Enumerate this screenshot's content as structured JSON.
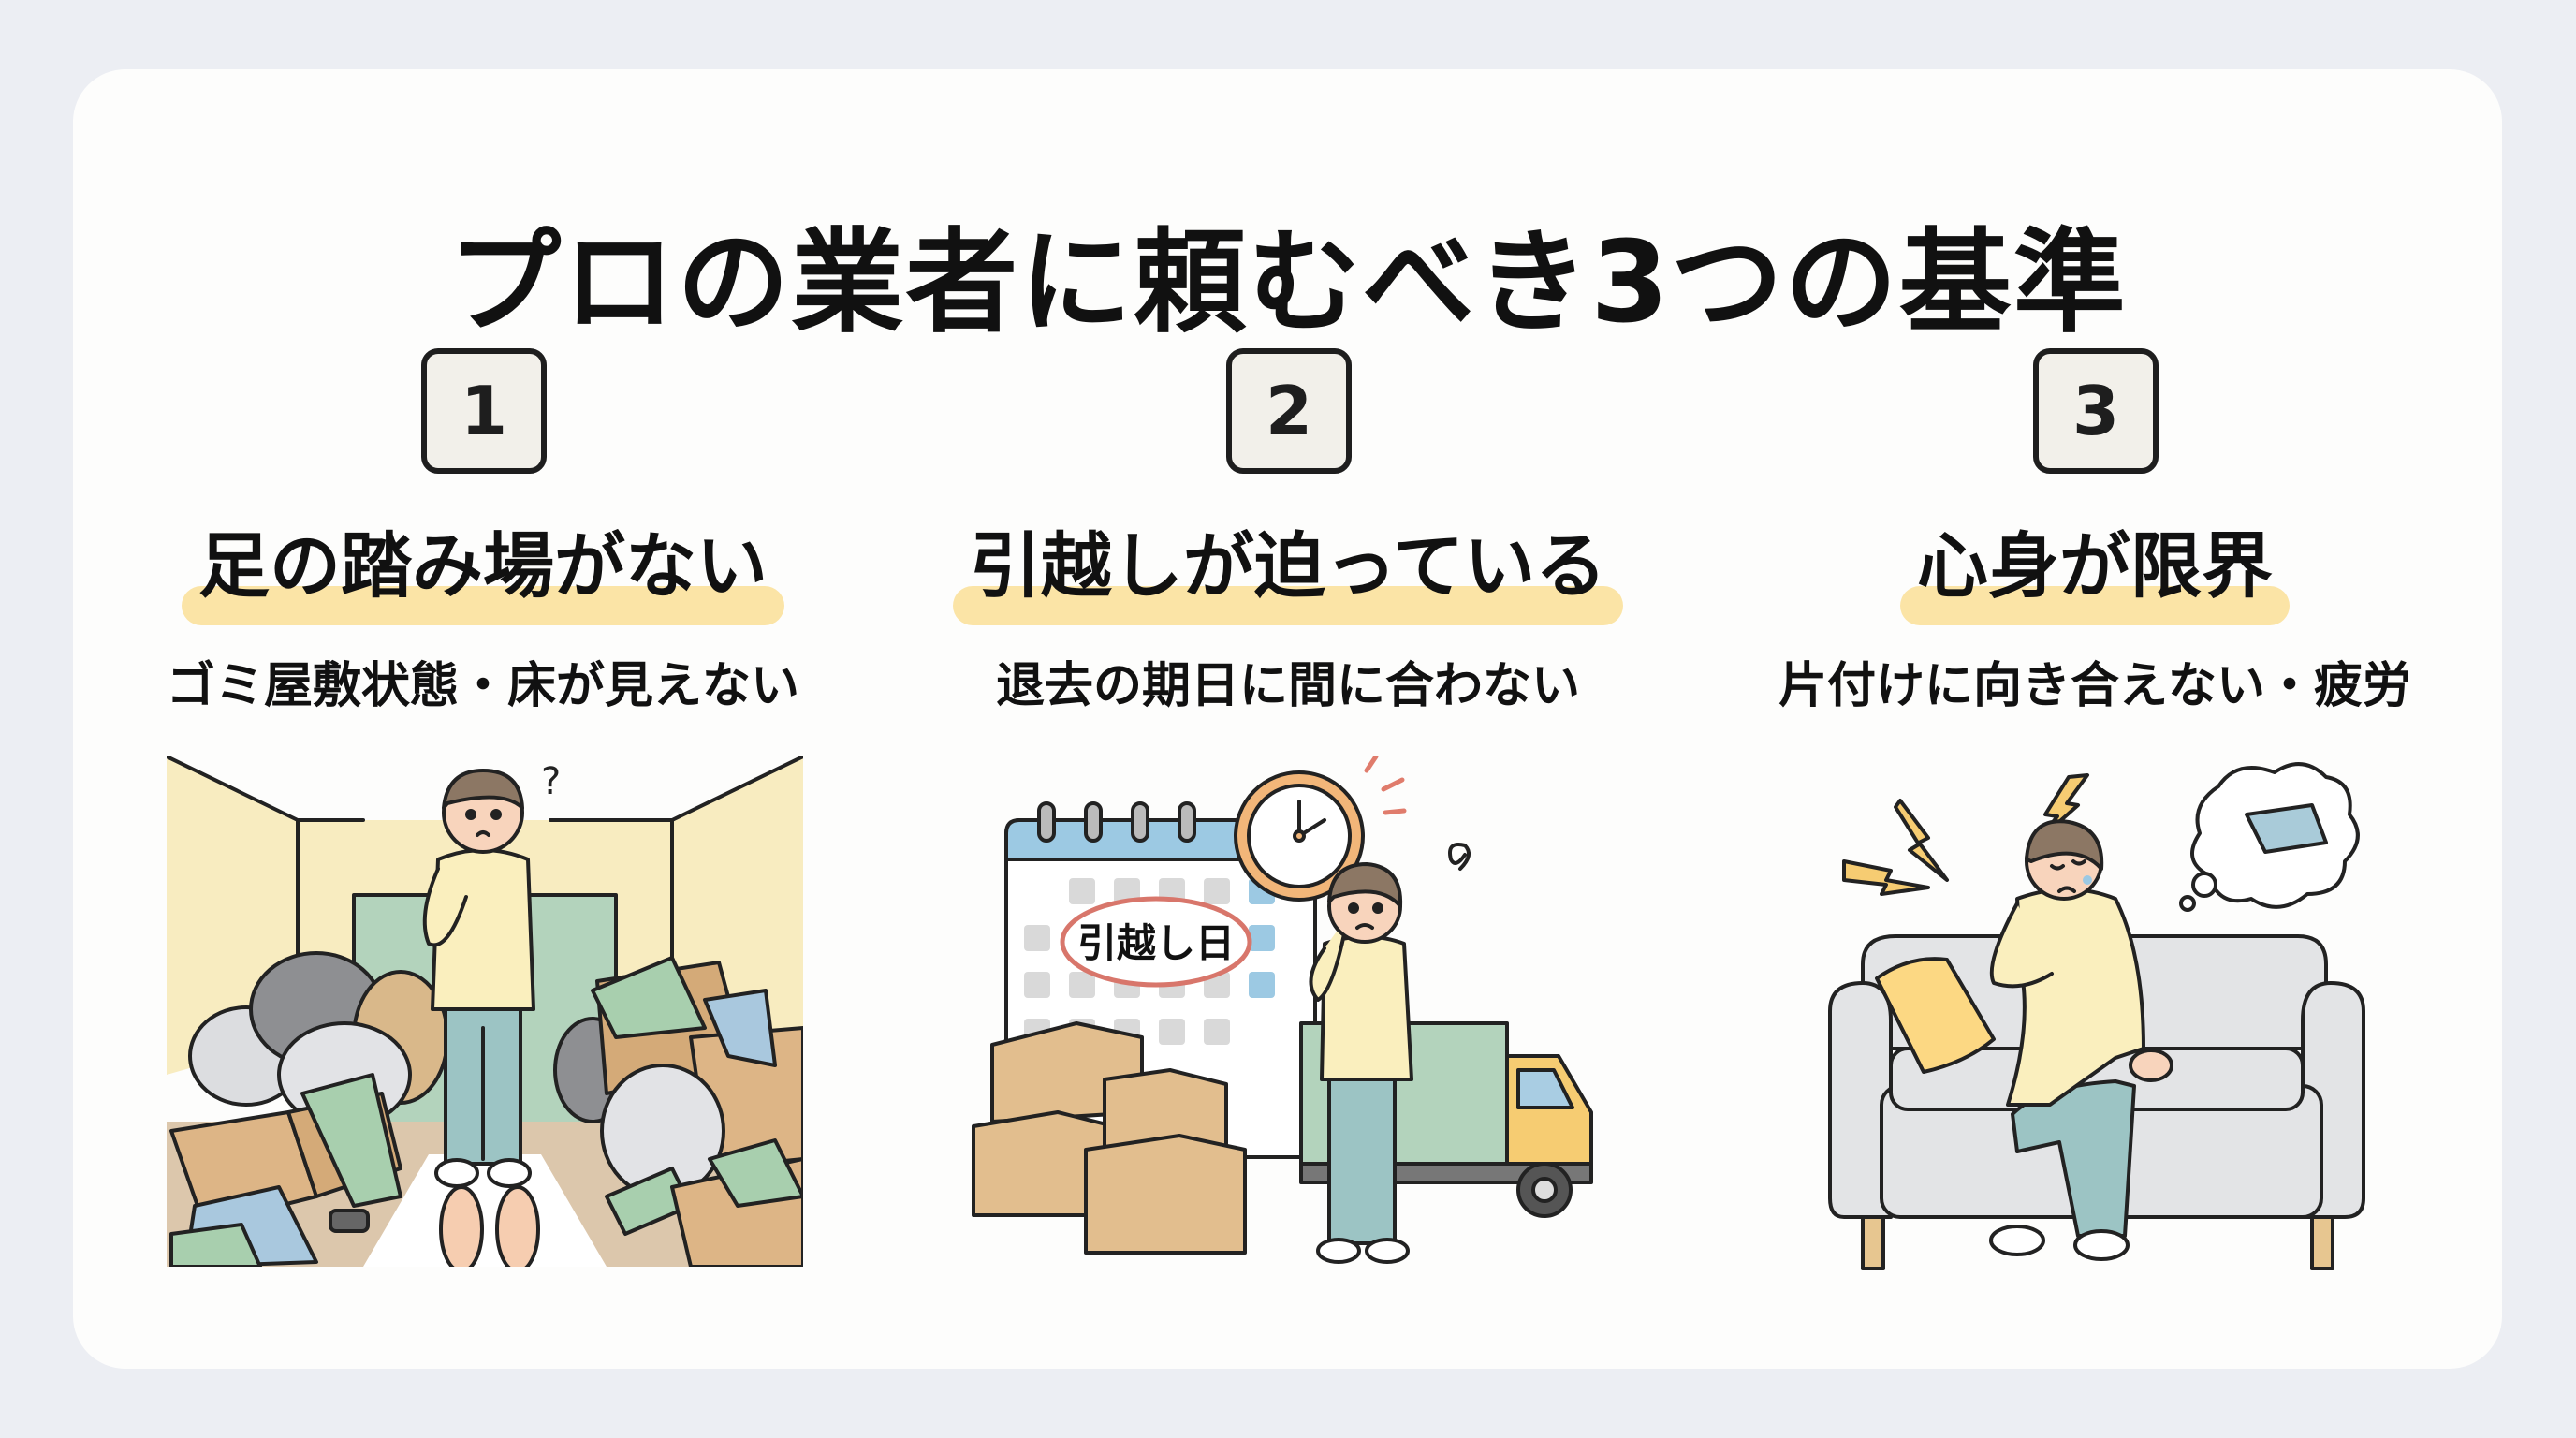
{
  "page": {
    "title": "プロの業者に頼むべき3つの基準"
  },
  "criteria": [
    {
      "number": "1",
      "heading": "足の踏み場がない",
      "subtitle": "ゴミ屋敷状態・床が見えない",
      "illustration": "cluttered-room-illustration"
    },
    {
      "number": "2",
      "heading": "引越しが迫っている",
      "subtitle": "退去の期日に間に合わない",
      "illustration": "moving-deadline-illustration",
      "calendar_label": "引越し日"
    },
    {
      "number": "3",
      "heading": "心身が限界",
      "subtitle": "片付けに向き合えない・疲労",
      "illustration": "exhausted-person-illustration"
    }
  ],
  "colors": {
    "background": "#eceef3",
    "card": "#fdfdfc",
    "highlight": "#fbe4a6",
    "badge_fill": "#f2f0ea",
    "badge_border": "#1e1e1e",
    "text": "#111111"
  }
}
